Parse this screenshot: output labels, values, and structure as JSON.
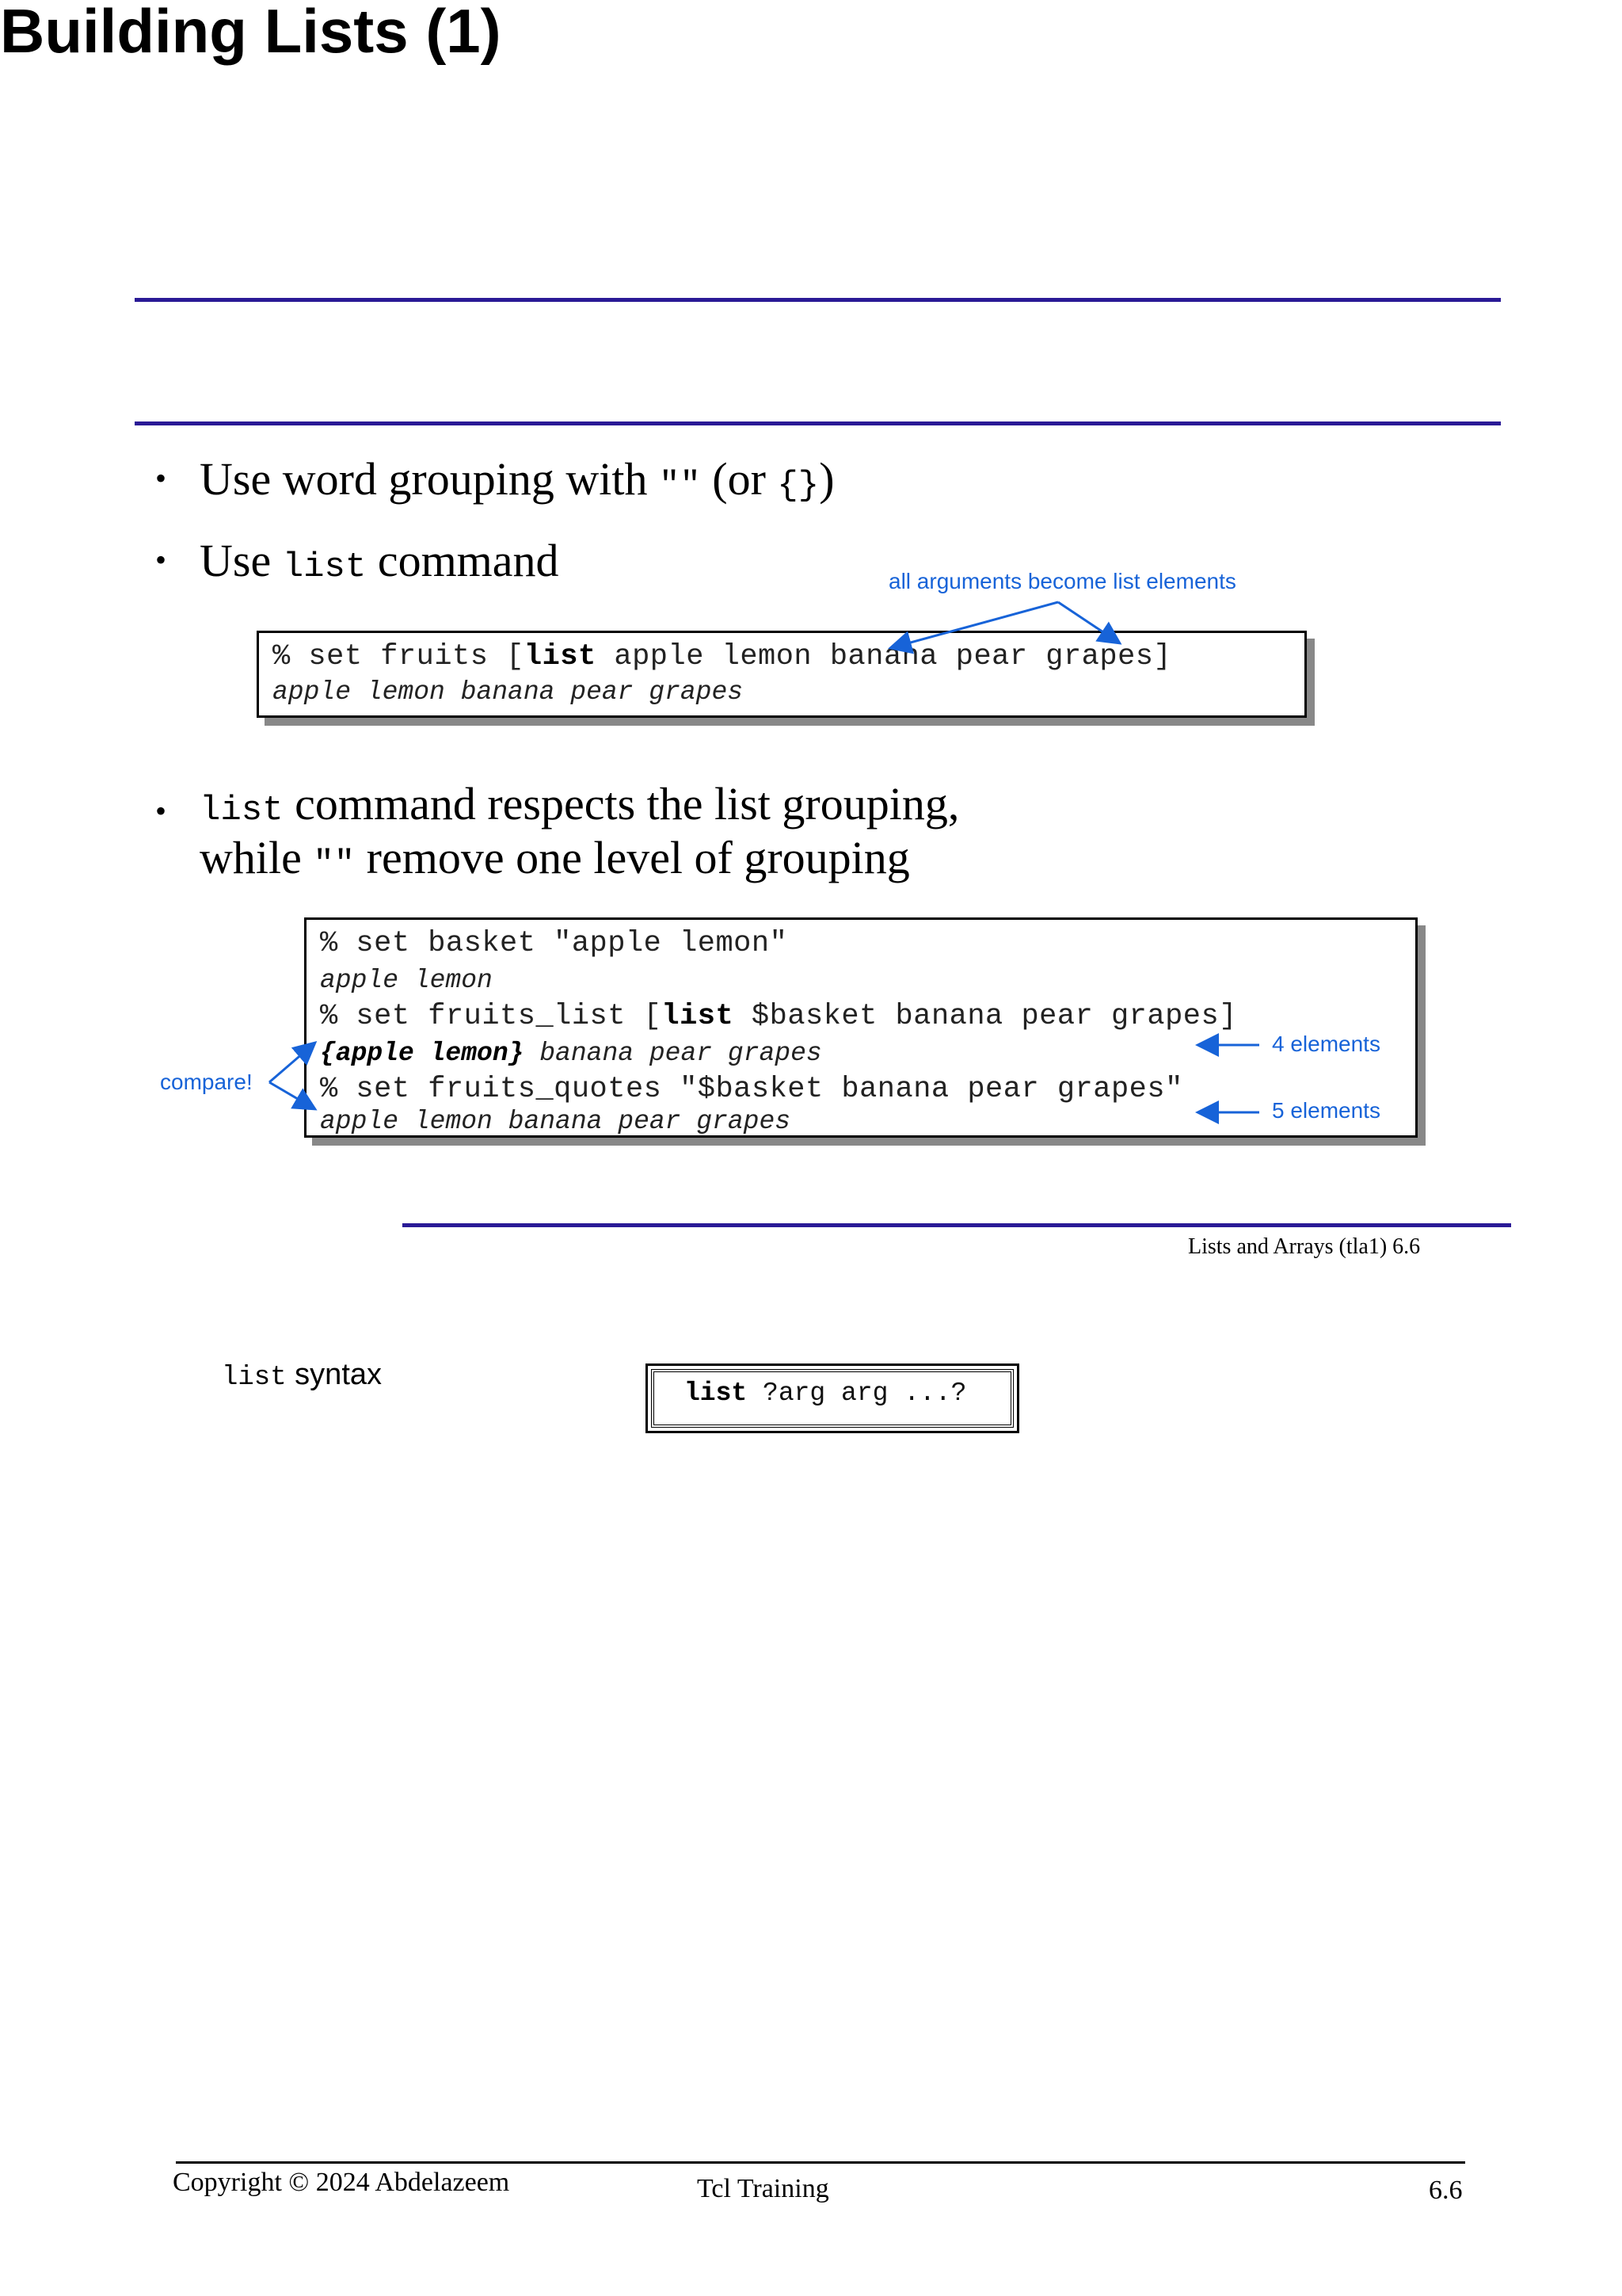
{
  "slide": {
    "title": "Building Lists (1)",
    "bullets": [
      {
        "t1": "Use word grouping with ",
        "code1": "\"\"",
        "t2": " (or ",
        "code2": "{}",
        "t3": ")"
      },
      {
        "t1": "Use ",
        "code1": "list",
        "t2": " command"
      },
      {
        "code1": "list",
        "t1": " command respects the list grouping,",
        "line2_t1": "while ",
        "line2_code": "\"\"",
        "line2_t2": " remove one level of grouping"
      }
    ],
    "code_box_1": {
      "cmd_prefix": "% set fruits [",
      "cmd_bold": "list",
      "cmd_suffix": " apple lemon banana pear grapes]",
      "output": "apple lemon banana pear grapes"
    },
    "code_box_2": {
      "line1": "% set basket \"apple lemon\"",
      "line2": "apple lemon",
      "line3_prefix": "% set fruits_list [",
      "line3_bold": "list",
      "line3_suffix": " $basket banana pear grapes]",
      "line4_bold": "{apple lemon}",
      "line4_rest": " banana pear grapes",
      "line5": "% set fruits_quotes \"$basket banana pear grapes\"",
      "line6": "apple lemon banana pear grapes"
    },
    "annotations": {
      "all_args": "all arguments become list elements",
      "compare": "compare!",
      "four": "4 elements",
      "five": "5 elements"
    },
    "section_ref": "Lists and Arrays (tla1)  6.6",
    "accent_color": "#2a1a96",
    "annotation_color": "#1763d8"
  },
  "notes": {
    "syntax_code": "list",
    "syntax_label": " syntax",
    "syntax_box_bold": "list",
    "syntax_box_rest": " ?arg arg ...?"
  },
  "footer": {
    "copyright": "Copyright © 2024 Abdelazeem",
    "course": "Tcl Training",
    "page": "6.6"
  }
}
